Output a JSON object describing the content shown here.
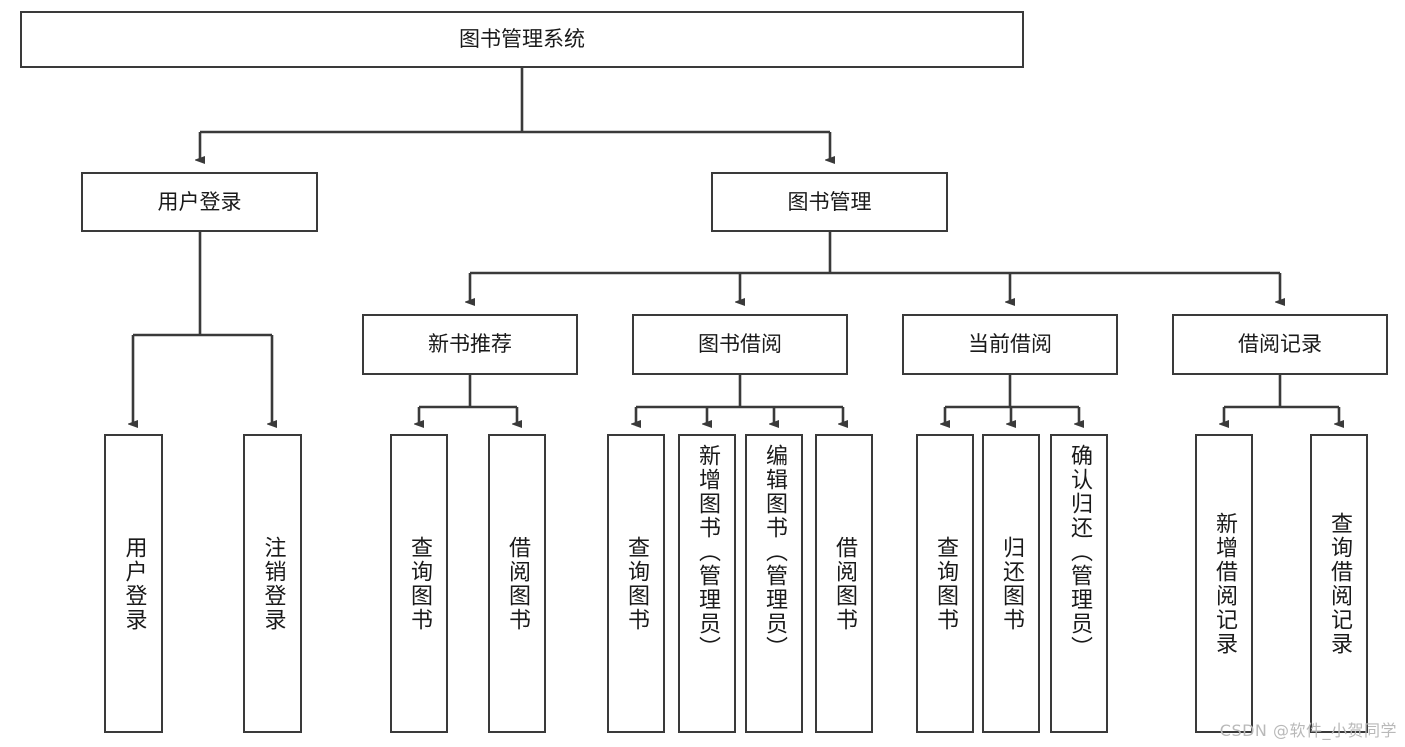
{
  "diagram": {
    "title": "图书管理系统",
    "type": "tree-hierarchy-diagram",
    "colors": {
      "box_border": "#3a3a3a",
      "box_fill": "#ffffff",
      "connector": "#3a3a3a",
      "text": "#1a1a1a",
      "watermark": "#b9b9b9"
    },
    "root": {
      "label": "图书管理系统"
    },
    "level2": [
      {
        "label": "用户登录"
      },
      {
        "label": "图书管理"
      }
    ],
    "level3": [
      {
        "label": "新书推荐"
      },
      {
        "label": "图书借阅"
      },
      {
        "label": "当前借阅"
      },
      {
        "label": "借阅记录"
      }
    ],
    "leaves": {
      "user_login": [
        {
          "label": "用户登录"
        },
        {
          "label": "注销登录"
        }
      ],
      "new_book_recommend": [
        {
          "label": "查询图书"
        },
        {
          "label": "借阅图书"
        }
      ],
      "book_borrow": [
        {
          "label": "查询图书"
        },
        {
          "label": "新增图书（管理员）"
        },
        {
          "label": "编辑图书（管理员）"
        },
        {
          "label": "借阅图书"
        }
      ],
      "current_borrow": [
        {
          "label": "查询图书"
        },
        {
          "label": "归还图书"
        },
        {
          "label": "确认归还（管理员）"
        }
      ],
      "borrow_record": [
        {
          "label": "新增借阅记录"
        },
        {
          "label": "查询借阅记录"
        }
      ]
    }
  },
  "watermark": {
    "text": "CSDN @软件_小贺同学"
  }
}
